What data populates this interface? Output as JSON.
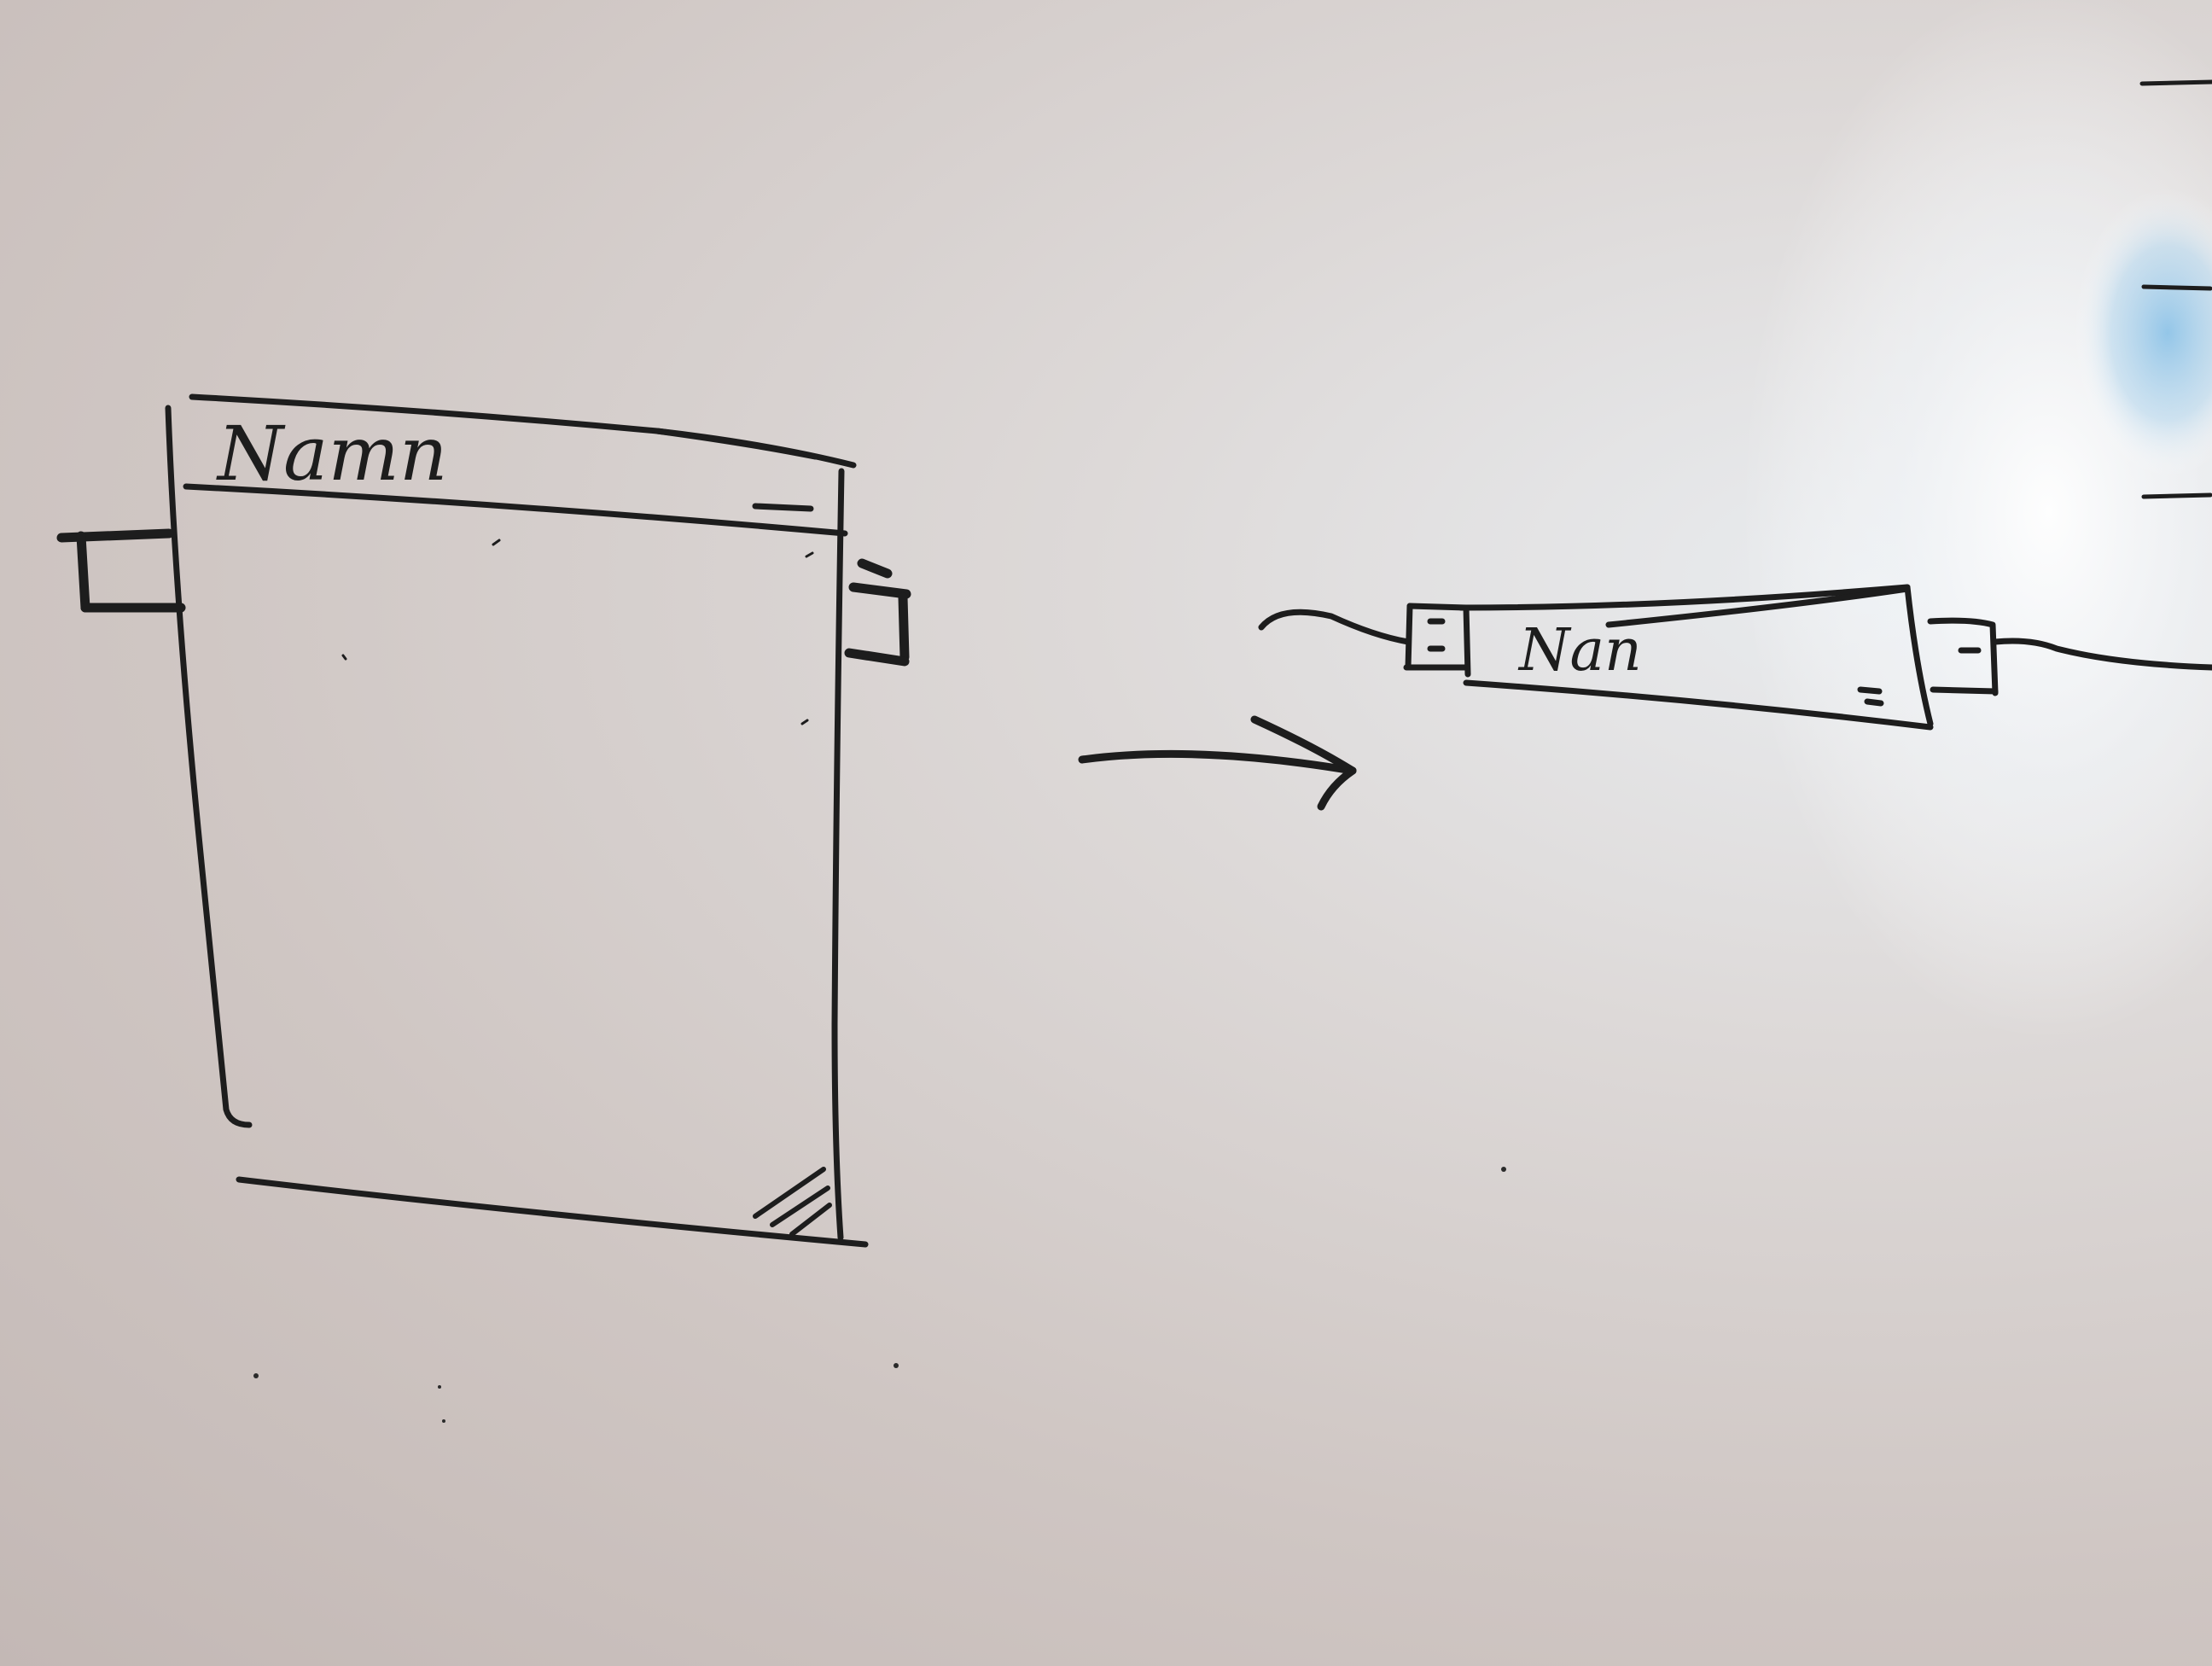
{
  "sketch": {
    "expanded_window": {
      "title": "Namn"
    },
    "collapsed_window": {
      "title": "Nan"
    },
    "transition_arrow": "arrow-right"
  },
  "colors": {
    "whiteboard": "#d6cfcd",
    "marker": "#1d1d1d",
    "glare": "#ffffff",
    "blue_reflection": "#8fc4e8"
  }
}
